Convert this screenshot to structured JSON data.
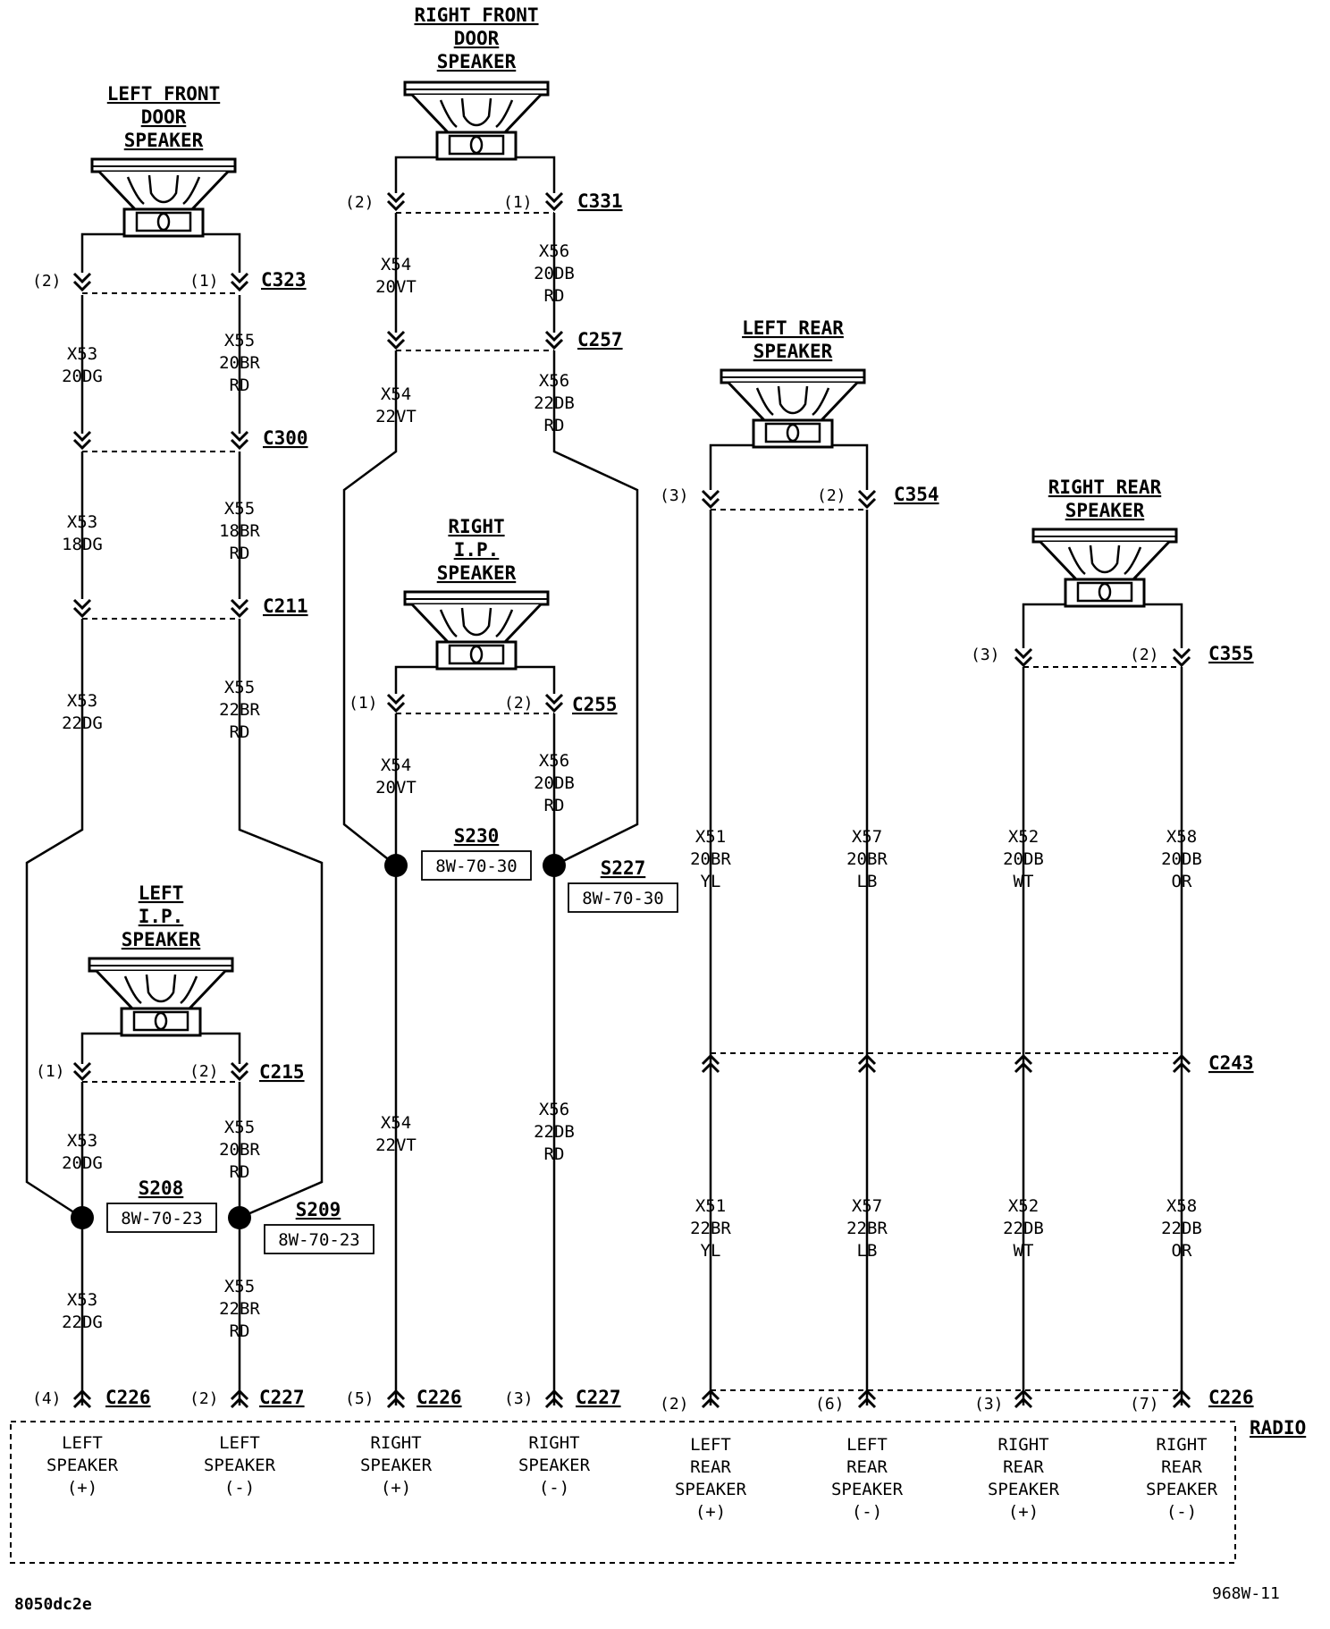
{
  "speakers": {
    "left_front_door": [
      "LEFT FRONT",
      "DOOR",
      "SPEAKER"
    ],
    "right_front_door": [
      "RIGHT FRONT",
      "DOOR",
      "SPEAKER"
    ],
    "right_ip": [
      "RIGHT",
      "I.P.",
      "SPEAKER"
    ],
    "left_ip": [
      "LEFT",
      "I.P.",
      "SPEAKER"
    ],
    "left_rear": [
      "LEFT REAR",
      "SPEAKER"
    ],
    "right_rear": [
      "RIGHT REAR",
      "SPEAKER"
    ]
  },
  "connectors": {
    "c323": "C323",
    "c300": "C300",
    "c211": "C211",
    "c215": "C215",
    "c331": "C331",
    "c257": "C257",
    "c255": "C255",
    "c354": "C354",
    "c355": "C355",
    "c243": "C243",
    "c226a": "C226",
    "c227a": "C227",
    "c226b": "C226",
    "c227b": "C227",
    "c226c": "C226"
  },
  "splices": {
    "s208": {
      "id": "S208",
      "ref": "8W-70-23"
    },
    "s209": {
      "id": "S209",
      "ref": "8W-70-23"
    },
    "s230": {
      "id": "S230",
      "ref": "8W-70-30"
    },
    "s227": {
      "id": "S227",
      "ref": "8W-70-30"
    }
  },
  "pins": {
    "lf_2": "(2)",
    "lf_1": "(1)",
    "rf_2": "(2)",
    "rf_1": "(1)",
    "rip_1": "(1)",
    "rip_2": "(2)",
    "lip_1": "(1)",
    "lip_2": "(2)",
    "lr_3": "(3)",
    "lr_2": "(2)",
    "rr_3": "(3)",
    "rr_2": "(2)",
    "r_4": "(4)",
    "r_2a": "(2)",
    "r_5": "(5)",
    "r_3a": "(3)",
    "r_2b": "(2)",
    "r_6": "(6)",
    "r_3b": "(3)",
    "r_7": "(7)"
  },
  "wires": {
    "w1": [
      "X53",
      "20DG"
    ],
    "w2": [
      "X55",
      "20BR",
      "RD"
    ],
    "w3": [
      "X53",
      "18DG"
    ],
    "w4": [
      "X55",
      "18BR",
      "RD"
    ],
    "w5": [
      "X53",
      "22DG"
    ],
    "w6": [
      "X55",
      "22BR",
      "RD"
    ],
    "w7": [
      "X53",
      "20DG"
    ],
    "w8": [
      "X55",
      "20BR",
      "RD"
    ],
    "w9": [
      "X53",
      "22DG"
    ],
    "w10": [
      "X55",
      "22BR",
      "RD"
    ],
    "w11": [
      "X54",
      "20VT"
    ],
    "w12": [
      "X56",
      "20DB",
      "RD"
    ],
    "w13": [
      "X54",
      "22VT"
    ],
    "w14": [
      "X56",
      "22DB",
      "RD"
    ],
    "w15": [
      "X54",
      "20VT"
    ],
    "w16": [
      "X56",
      "20DB",
      "RD"
    ],
    "w17": [
      "X54",
      "22VT"
    ],
    "w18": [
      "X56",
      "22DB",
      "RD"
    ],
    "w19": [
      "X51",
      "20BR",
      "YL"
    ],
    "w20": [
      "X57",
      "20BR",
      "LB"
    ],
    "w21": [
      "X52",
      "20DB",
      "WT"
    ],
    "w22": [
      "X58",
      "20DB",
      "OR"
    ],
    "w23": [
      "X51",
      "22BR",
      "YL"
    ],
    "w24": [
      "X57",
      "22BR",
      "LB"
    ],
    "w25": [
      "X52",
      "22DB",
      "WT"
    ],
    "w26": [
      "X58",
      "22DB",
      "OR"
    ]
  },
  "radio": {
    "label": "RADIO",
    "terminals": [
      [
        "LEFT",
        "SPEAKER",
        "(+)"
      ],
      [
        "LEFT",
        "SPEAKER",
        "(-)"
      ],
      [
        "RIGHT",
        "SPEAKER",
        "(+)"
      ],
      [
        "RIGHT",
        "SPEAKER",
        "(-)"
      ],
      [
        "LEFT",
        "REAR",
        "SPEAKER",
        "(+)"
      ],
      [
        "LEFT",
        "REAR",
        "SPEAKER",
        "(-)"
      ],
      [
        "RIGHT",
        "REAR",
        "SPEAKER",
        "(+)"
      ],
      [
        "RIGHT",
        "REAR",
        "SPEAKER",
        "(-)"
      ]
    ]
  },
  "footer": {
    "left": "8050dc2e",
    "right": "968W-11"
  }
}
